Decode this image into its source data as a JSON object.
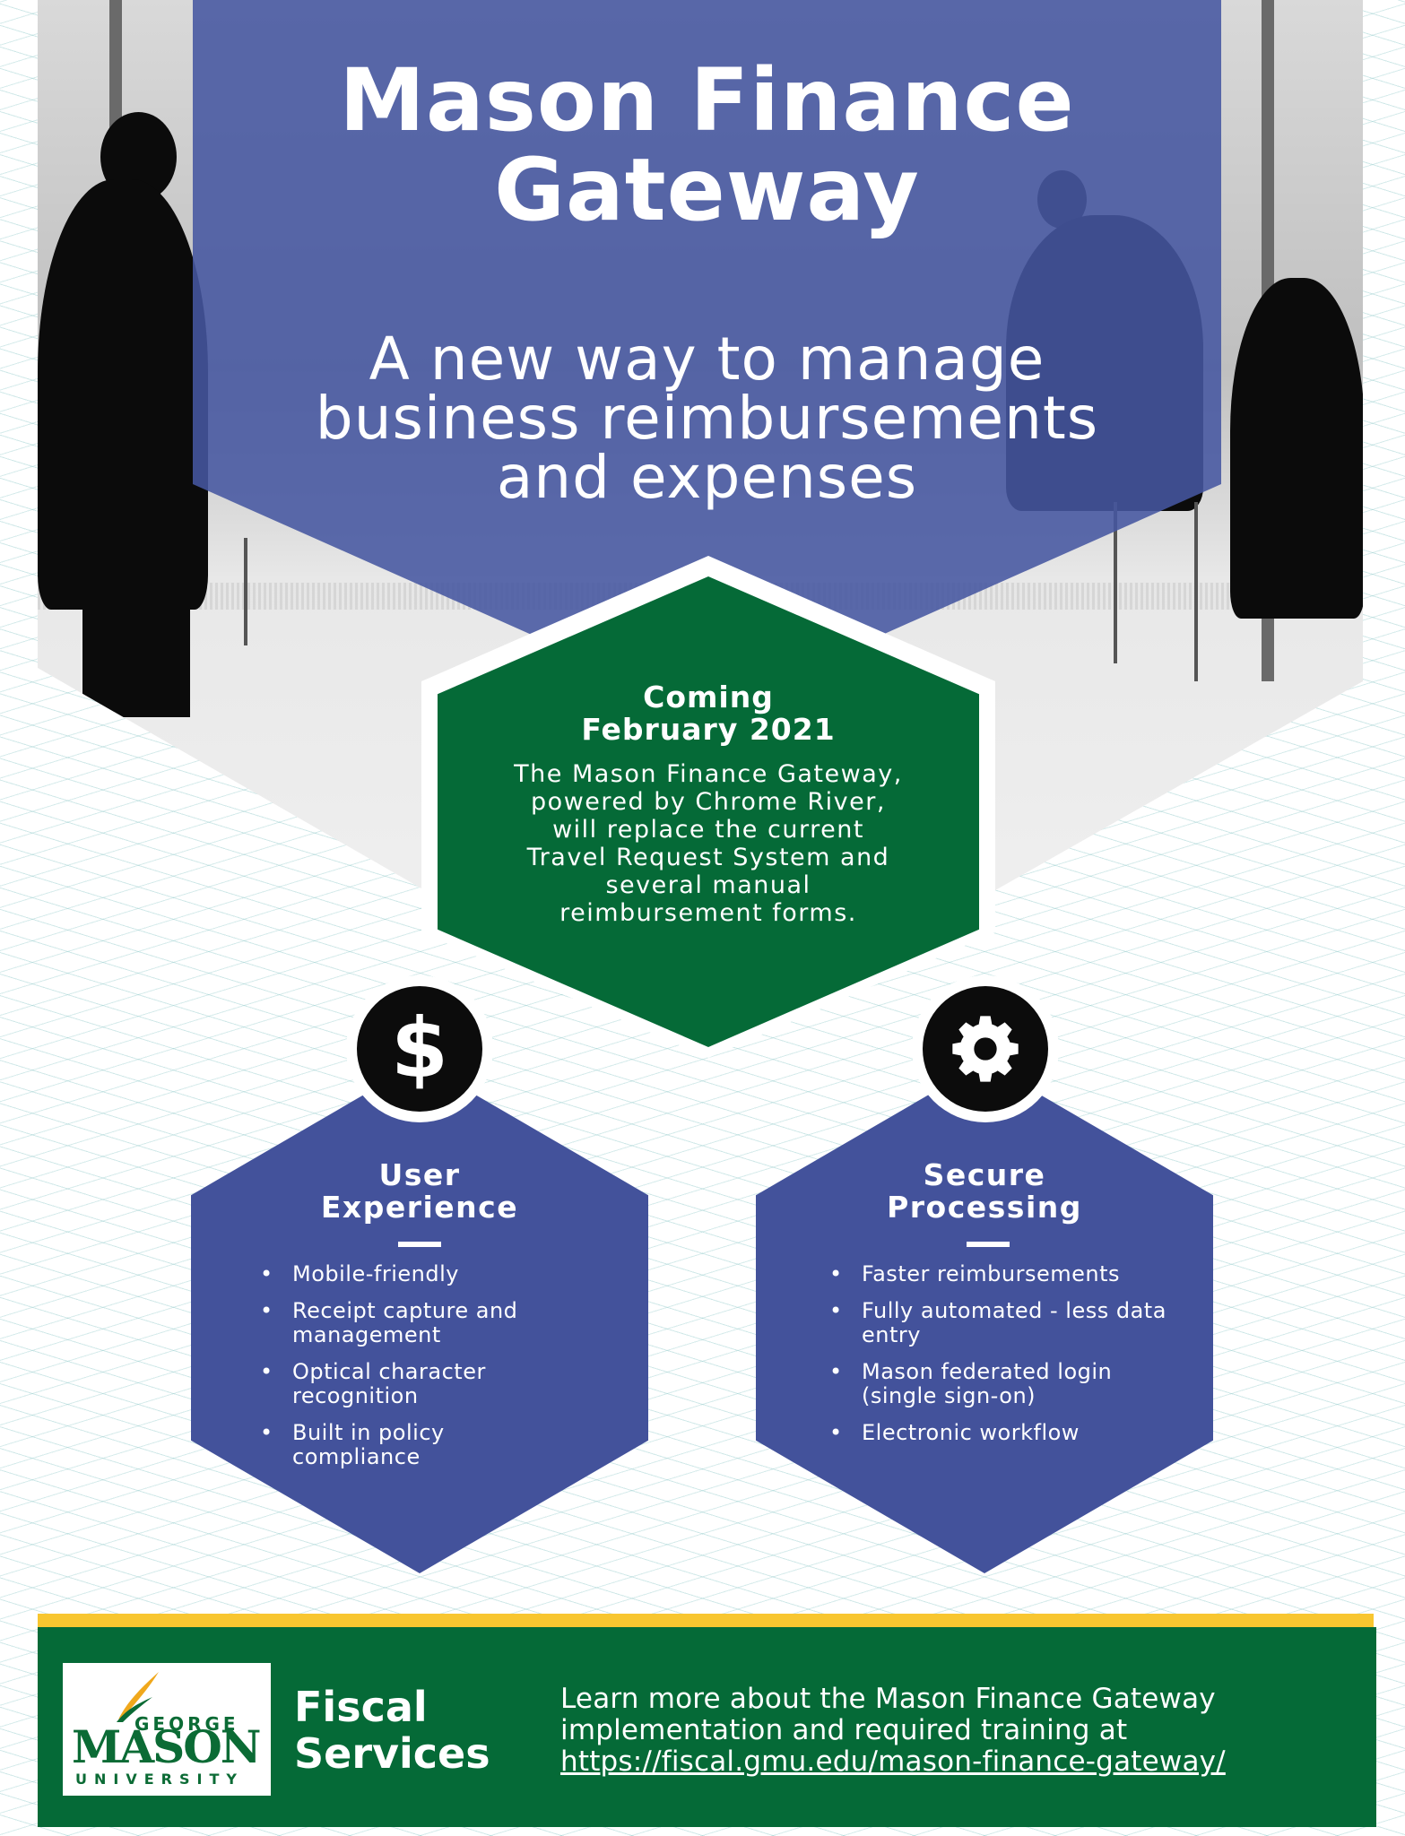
{
  "header": {
    "title_line1": "Mason Finance",
    "title_line2": "Gateway",
    "subtitle_line1": "A new way to manage",
    "subtitle_line2": "business reimbursements",
    "subtitle_line3": "and expenses"
  },
  "announcement": {
    "heading_line1": "Coming",
    "heading_line2": "February 2021",
    "body_lines": [
      "The Mason Finance Gateway,",
      "powered by Chrome River,",
      "will replace the current",
      "Travel Request System and",
      "several manual",
      "reimbursement forms."
    ]
  },
  "features": [
    {
      "icon": "dollar-icon",
      "icon_glyph": "$",
      "title_line1": "User",
      "title_line2": "Experience",
      "items": [
        "Mobile-friendly",
        "Receipt capture and management",
        "Optical character recognition",
        "Built in policy compliance"
      ]
    },
    {
      "icon": "gear-icon",
      "title_line1": "Secure",
      "title_line2": "Processing",
      "items": [
        "Faster reimbursements",
        "Fully automated - less data entry",
        "Mason federated login (single sign-on)",
        "Electronic workflow"
      ]
    }
  ],
  "footer": {
    "logo": {
      "line1": "GEORGE",
      "line2": "MASON",
      "line3": "UNIVERSITY"
    },
    "department_line1": "Fiscal",
    "department_line2": "Services",
    "learn_line1": "Learn more about the Mason Finance Gateway",
    "learn_line2": "implementation and required training at",
    "link": "https://fiscal.gmu.edu/mason-finance-gateway/"
  },
  "colors": {
    "banner_blue": "#4656a0",
    "hex_blue": "#43529b",
    "mason_green": "#056a37",
    "mason_gold": "#f8c630",
    "icon_black": "#0c0c0c"
  },
  "bullet": "•"
}
